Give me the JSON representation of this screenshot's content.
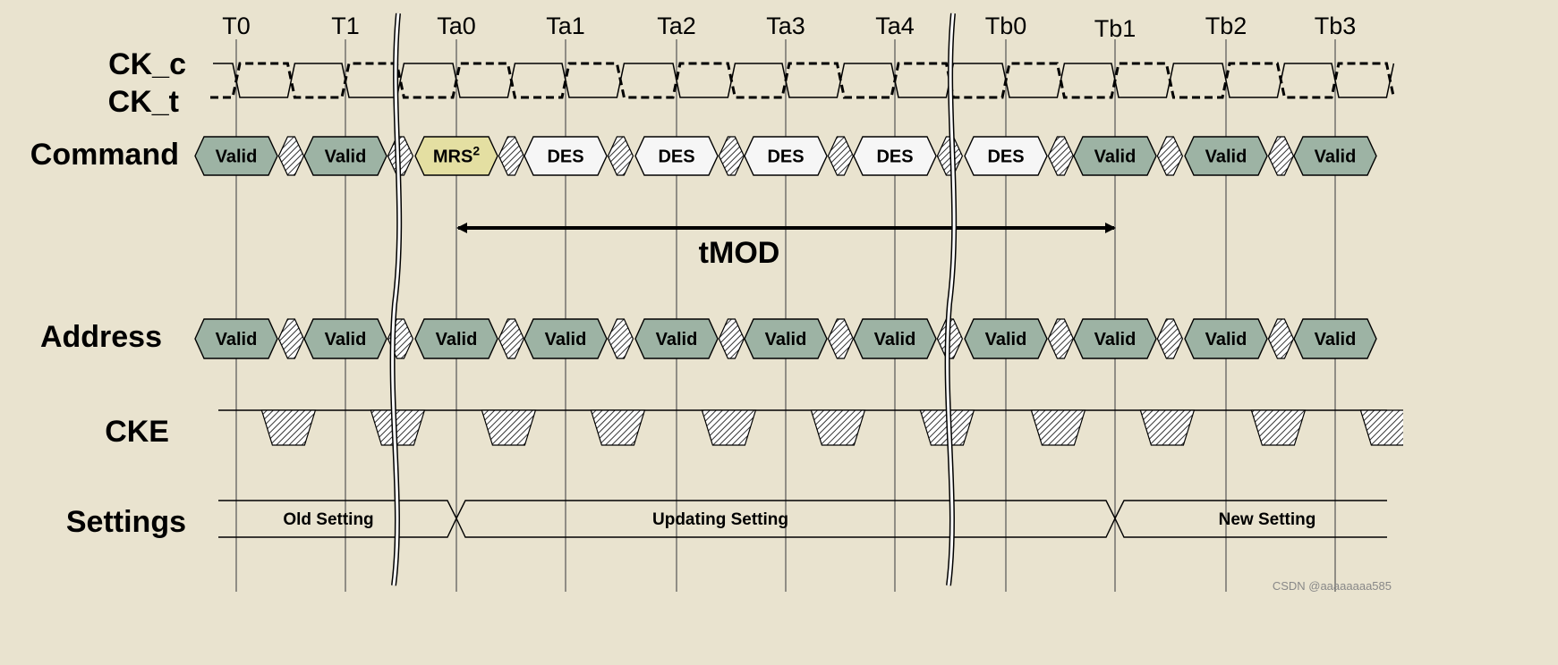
{
  "colors": {
    "background": "#e9e3cf",
    "valid_fill": "#9db3a4",
    "mrs_fill": "#e4dfa2",
    "des_fill": "#f6f6f6",
    "stroke": "#000000"
  },
  "ticks": [
    "T0",
    "T1",
    "Ta0",
    "Ta1",
    "Ta2",
    "Ta3",
    "Ta4",
    "Tb0",
    "Tb1",
    "Tb2",
    "Tb3"
  ],
  "signals": {
    "ck_c": "CK_c",
    "ck_t": "CK_t",
    "command": "Command",
    "address": "Address",
    "cke": "CKE",
    "settings": "Settings"
  },
  "command_cells": [
    {
      "label": "Valid",
      "kind": "valid"
    },
    {
      "label": "Valid",
      "kind": "valid"
    },
    {
      "label": "MRS",
      "superscript": "2",
      "kind": "mrs"
    },
    {
      "label": "DES",
      "kind": "des"
    },
    {
      "label": "DES",
      "kind": "des"
    },
    {
      "label": "DES",
      "kind": "des"
    },
    {
      "label": "DES",
      "kind": "des"
    },
    {
      "label": "DES",
      "kind": "des"
    },
    {
      "label": "Valid",
      "kind": "valid"
    },
    {
      "label": "Valid",
      "kind": "valid"
    },
    {
      "label": "Valid",
      "kind": "valid"
    }
  ],
  "address_cells": [
    "Valid",
    "Valid",
    "Valid",
    "Valid",
    "Valid",
    "Valid",
    "Valid",
    "Valid",
    "Valid",
    "Valid",
    "Valid"
  ],
  "timing": {
    "label": "tMOD",
    "from_tick": "Ta0",
    "to_tick": "Tb1"
  },
  "settings_phases": [
    "Old Setting",
    "Updating Setting",
    "New Setting"
  ],
  "watermark": "CSDN @aaaaaaaa585"
}
